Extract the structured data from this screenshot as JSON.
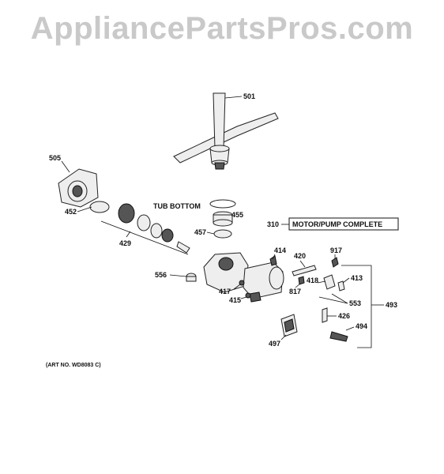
{
  "watermark": "AppliancePartsPros.com",
  "callouts": {
    "p501": "501",
    "p505": "505",
    "p452": "452",
    "p429": "429",
    "p455": "455",
    "p457": "457",
    "p310": "310",
    "p556": "556",
    "p414": "414",
    "p420": "420",
    "p917": "917",
    "p418": "418",
    "p413": "413",
    "p417": "417",
    "p415": "415",
    "p817": "817",
    "p553": "553",
    "p493": "493",
    "p426": "426",
    "p494": "494",
    "p497": "497"
  },
  "labels": {
    "tub_bottom": "TUB BOTTOM",
    "motor_pump_complete": "MOTOR/PUMP COMPLETE",
    "art_no": "(ART NO. WD8083 C)"
  }
}
